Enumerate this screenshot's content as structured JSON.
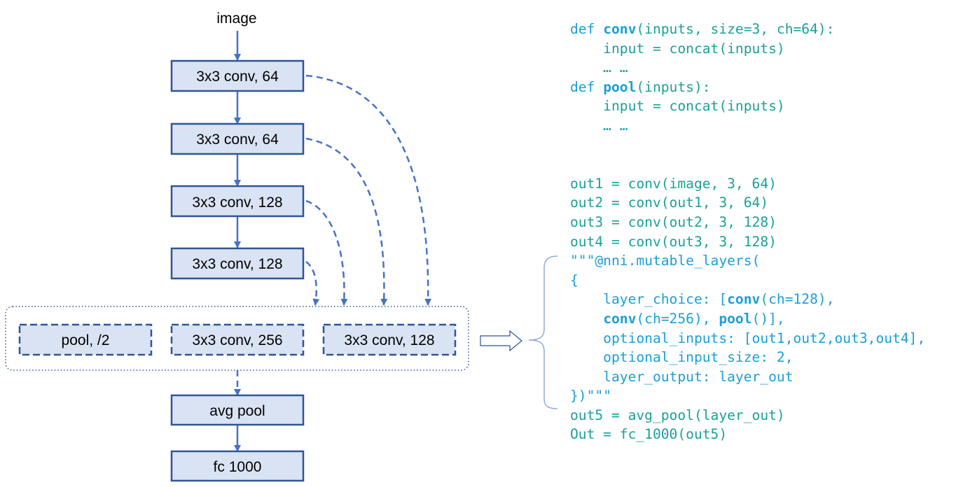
{
  "diagram": {
    "input_label": "image",
    "layers": [
      {
        "id": "conv1",
        "label": "3x3 conv, 64"
      },
      {
        "id": "conv2",
        "label": "3x3 conv, 64"
      },
      {
        "id": "conv3",
        "label": "3x3 conv, 128"
      },
      {
        "id": "conv4",
        "label": "3x3 conv, 128"
      },
      {
        "id": "avgpool",
        "label": "avg pool"
      },
      {
        "id": "fc",
        "label": "fc 1000"
      }
    ],
    "choices": [
      {
        "id": "choice_pool",
        "label": "pool, /2"
      },
      {
        "id": "choice_conv256",
        "label": "3x3 conv, 256"
      },
      {
        "id": "choice_conv128",
        "label": "3x3 conv, 128"
      }
    ],
    "colors": {
      "box_fill": "#dae3f3",
      "box_stroke": "#2f5597",
      "arrow": "#4472c4",
      "code_text": "#1aa098",
      "code_keyword": "#1a9fd9",
      "bracket": "#8faadc"
    }
  },
  "code": {
    "lines": [
      [
        {
          "t": "def ",
          "c": "kw"
        },
        {
          "t": "conv",
          "c": "fn"
        },
        {
          "t": "(inputs, size=3, ch=64):",
          "c": "tx"
        }
      ],
      [
        {
          "t": "    input = concat(inputs)",
          "c": "tx"
        }
      ],
      [
        {
          "t": "    … …",
          "c": "tx"
        }
      ],
      [
        {
          "t": "def ",
          "c": "kw"
        },
        {
          "t": "pool",
          "c": "fn"
        },
        {
          "t": "(inputs):",
          "c": "tx"
        }
      ],
      [
        {
          "t": "    input = concat(inputs)",
          "c": "tx"
        }
      ],
      [
        {
          "t": "    … …",
          "c": "tx"
        }
      ],
      [],
      [],
      [
        {
          "t": "out1 = conv(image, 3, 64)",
          "c": "tx"
        }
      ],
      [
        {
          "t": "out2 = conv(out1, 3, 64)",
          "c": "tx"
        }
      ],
      [
        {
          "t": "out3 = conv(out2, 3, 128)",
          "c": "tx"
        }
      ],
      [
        {
          "t": "out4 = conv(out3, 3, 128)",
          "c": "tx"
        }
      ],
      [
        {
          "t": "\"\"\"@nni.mutable_layers(",
          "c": "kw"
        }
      ],
      [
        {
          "t": "{",
          "c": "kw"
        }
      ],
      [
        {
          "t": "    layer_choice: [",
          "c": "kw"
        },
        {
          "t": "conv",
          "c": "fn"
        },
        {
          "t": "(ch=128),",
          "c": "kw"
        }
      ],
      [
        {
          "t": "    ",
          "c": "kw"
        },
        {
          "t": "conv",
          "c": "fn"
        },
        {
          "t": "(ch=256), ",
          "c": "kw"
        },
        {
          "t": "pool",
          "c": "fn"
        },
        {
          "t": "()],",
          "c": "kw"
        }
      ],
      [
        {
          "t": "    optional_inputs: [out1,out2,out3,out4],",
          "c": "kw"
        }
      ],
      [
        {
          "t": "    optional_input_size: 2,",
          "c": "kw"
        }
      ],
      [
        {
          "t": "    layer_output: layer_out",
          "c": "kw"
        }
      ],
      [
        {
          "t": "})\"\"\"",
          "c": "kw"
        }
      ],
      [
        {
          "t": "out5 = avg_pool(layer_out)",
          "c": "tx"
        }
      ],
      [
        {
          "t": "Out = fc_1000(out5)",
          "c": "tx"
        }
      ]
    ]
  }
}
